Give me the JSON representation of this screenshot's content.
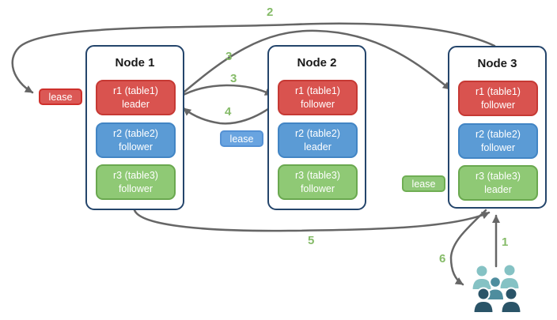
{
  "nodes": [
    {
      "title": "Node 1",
      "replicas": [
        {
          "name": "r1 (table1)",
          "role": "leader",
          "color": "red"
        },
        {
          "name": "r2 (table2)",
          "role": "follower",
          "color": "blue"
        },
        {
          "name": "r3 (table3)",
          "role": "follower",
          "color": "green"
        }
      ]
    },
    {
      "title": "Node 2",
      "replicas": [
        {
          "name": "r1 (table1)",
          "role": "follower",
          "color": "red"
        },
        {
          "name": "r2 (table2)",
          "role": "leader",
          "color": "blue"
        },
        {
          "name": "r3 (table3)",
          "role": "follower",
          "color": "green"
        }
      ]
    },
    {
      "title": "Node 3",
      "replicas": [
        {
          "name": "r1 (table1)",
          "role": "follower",
          "color": "red"
        },
        {
          "name": "r2 (table2)",
          "role": "follower",
          "color": "blue"
        },
        {
          "name": "r3 (table3)",
          "role": "leader",
          "color": "green"
        }
      ]
    }
  ],
  "leases": {
    "red": "lease",
    "blue": "lease",
    "green": "lease"
  },
  "steps": [
    "1",
    "2",
    "3",
    "3",
    "4",
    "5",
    "6"
  ],
  "icons": {
    "users": "users-group-icon"
  },
  "colors": {
    "replica_red": "#D9534F",
    "replica_blue": "#5B9BD5",
    "replica_green": "#8FC975",
    "lease_red_border": "#CE302B",
    "lease_blue_border": "#5491D4",
    "lease_green_border": "#6FAE54",
    "node_border": "#24456B",
    "arrow": "#666666",
    "step_label": "#85BB68",
    "users_light": "#85C2C4",
    "users_mid": "#4E8D9E",
    "users_dark": "#2A5468"
  }
}
